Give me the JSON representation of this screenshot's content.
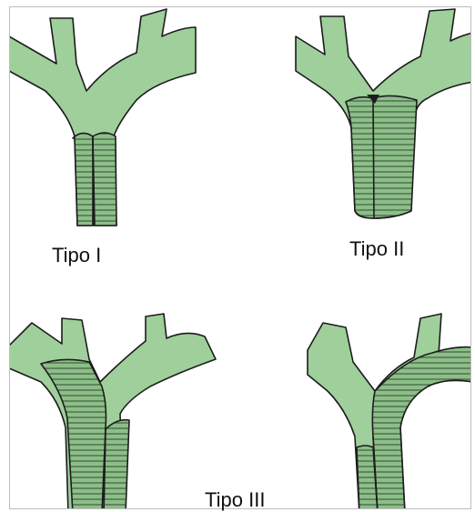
{
  "panels": [
    {
      "label": "Tipo I"
    },
    {
      "label": "Tipo II"
    },
    {
      "label": "Tipo III"
    },
    {
      "label": ""
    }
  ],
  "colors": {
    "duct_fill": "#9fcf9b",
    "tumor_fill": "#8cbf88",
    "outline": "#1c1c1c",
    "hatch": "#2b3b2b",
    "frame": "#bdbdbd"
  }
}
